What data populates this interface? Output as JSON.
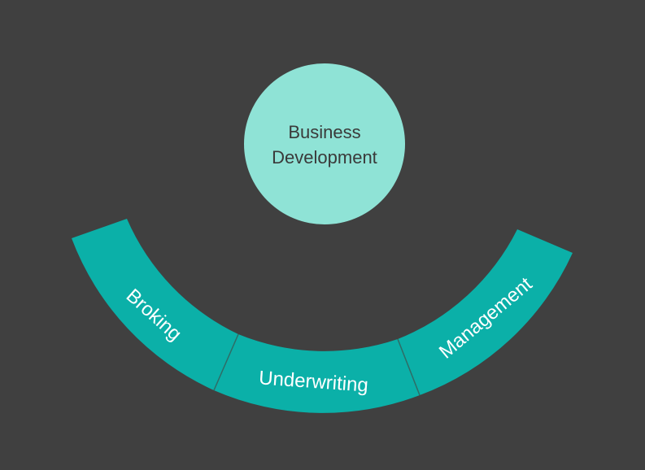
{
  "colors": {
    "background": "#404040",
    "circle_fill": "#8fe3d6",
    "circle_text": "#3a3a3a",
    "arc_fill": "#0bb0a8",
    "segment_text": "#ffffff",
    "divider": "#2f6c66"
  },
  "center": {
    "line1": "Business",
    "line2": "Development"
  },
  "segments": [
    {
      "label": "Broking"
    },
    {
      "label": "Underwriting"
    },
    {
      "label": "Management"
    }
  ]
}
